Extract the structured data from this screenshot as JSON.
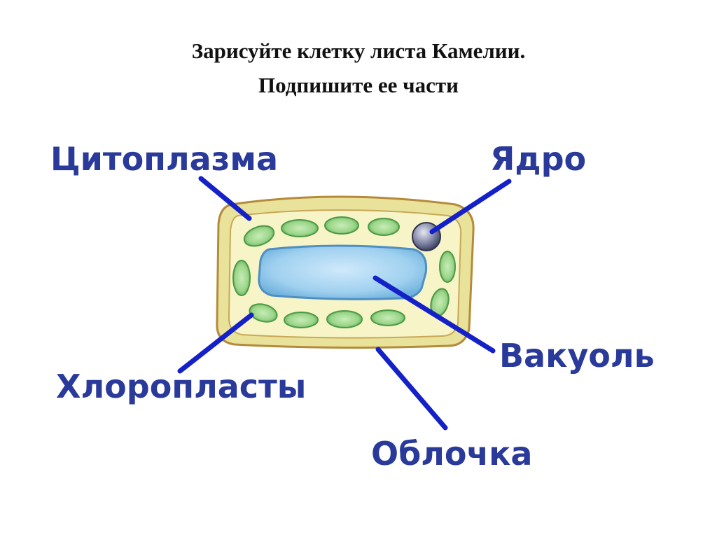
{
  "title": {
    "line1": "Зарисуйте клетку листа Камелии.",
    "line2": "Подпишите ее части"
  },
  "labels": {
    "cytoplasm": "Цитоплазма",
    "nucleus": "Ядро",
    "vacuole": "Вакуоль",
    "chloroplasts": "Хлоропласты",
    "membrane": "Облочка"
  },
  "colors": {
    "label_text": "#2a3a9a",
    "leader_line": "#1420c8",
    "cell_wall": "#e9e29a",
    "cell_wall_outline": "#b58a3a",
    "cytoplasm": "#f7f5c8",
    "vacuole": "#9fd0ef",
    "chloroplast": "#9ad58a",
    "nucleus": "#6a6f8f"
  }
}
